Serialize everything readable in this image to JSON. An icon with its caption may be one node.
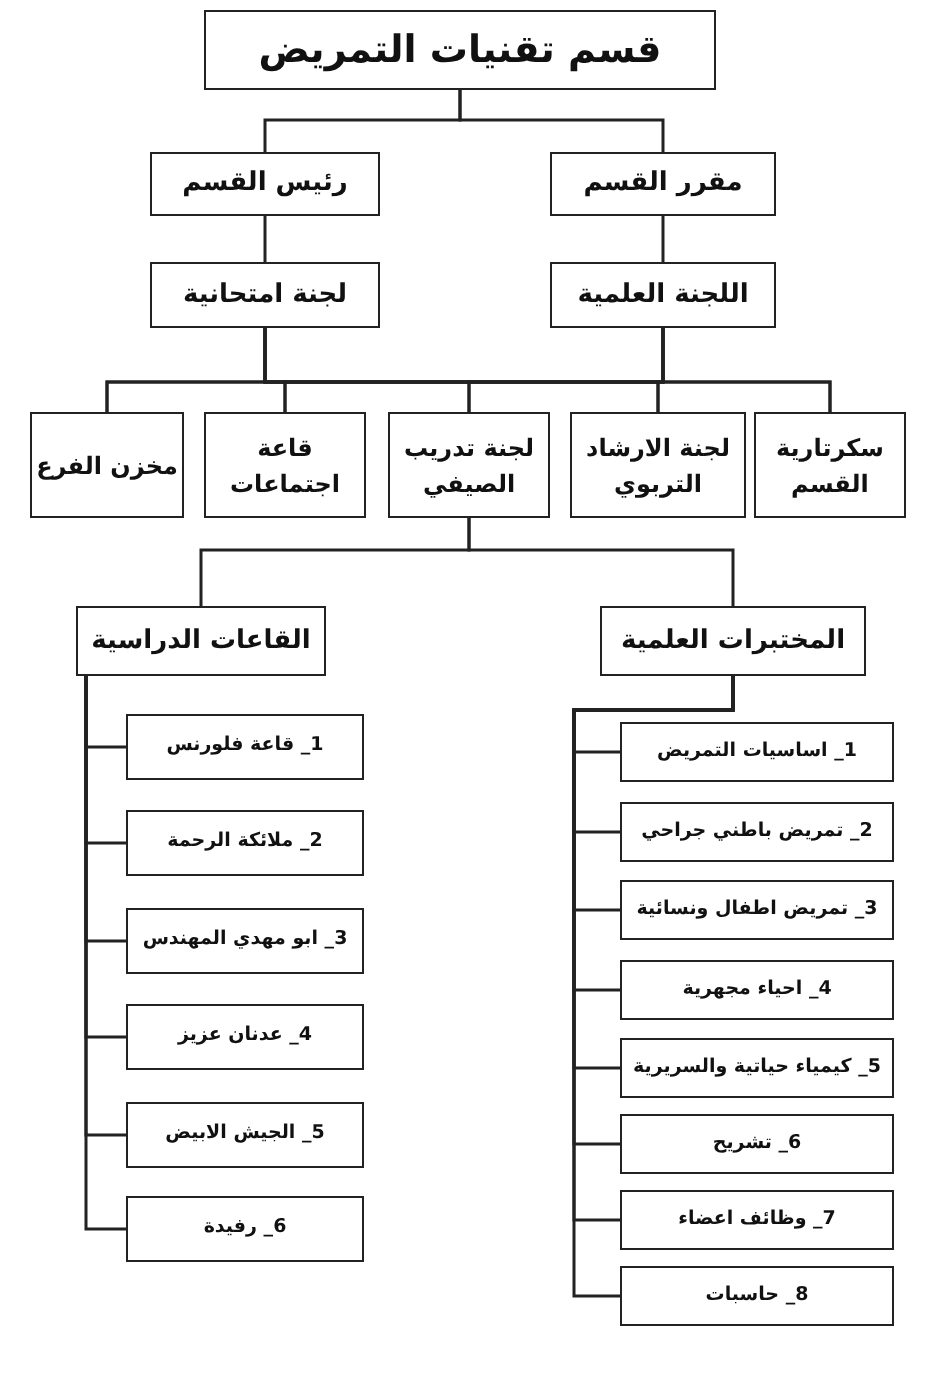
{
  "diagram": {
    "nodes": [
      {
        "text": [
          "قسم تقنيات التمريض"
        ]
      },
      {
        "text": [
          "مقرر القسم"
        ]
      },
      {
        "text": [
          "رئيس القسم"
        ]
      },
      {
        "text": [
          "اللجنة العلمية"
        ]
      },
      {
        "text": [
          "لجنة امتحانية"
        ]
      },
      {
        "text": [
          "سكرتارية القسم"
        ]
      },
      {
        "text": [
          "لجنة الارشاد التربوي"
        ]
      },
      {
        "text": [
          "لجنة تدريب الصيفي"
        ]
      },
      {
        "text": [
          "قاعة اجتماعات"
        ]
      },
      {
        "text": [
          "مخزن الفرع"
        ]
      },
      {
        "text": [
          "المختبرات العلمية"
        ]
      },
      {
        "text": [
          "1_ اساسيات التمريض"
        ]
      },
      {
        "text": [
          "2_ تمريض باطني جراحي"
        ]
      },
      {
        "text": [
          "3_ تمريض اطفال ونسائية"
        ]
      },
      {
        "text": [
          "4_ احياء مجهرية"
        ]
      },
      {
        "text": [
          "5_ كيمياء حياتية والسريرية"
        ]
      },
      {
        "text": [
          "6_ تشريح"
        ]
      },
      {
        "text": [
          "7_ وظائف اعضاء"
        ]
      },
      {
        "text": [
          "8_ حاسبات"
        ]
      },
      {
        "text": [
          "القاعات الدراسية"
        ]
      },
      {
        "text": [
          "1_ قاعة فلورنس"
        ]
      },
      {
        "text": [
          "2_ ملائكة الرحمة"
        ]
      },
      {
        "text": [
          "3_ ابو مهدي المهندس"
        ]
      },
      {
        "text": [
          "4_ عدنان عزيز"
        ]
      },
      {
        "text": [
          "5_ الجيش الابيض"
        ]
      },
      {
        "text": [
          "6_ رفيدة"
        ]
      }
    ],
    "edges": [
      {
        "from": 0,
        "to": 1,
        "arrow": "none"
      },
      {
        "from": 0,
        "to": 2,
        "arrow": "none"
      },
      {
        "from": 1,
        "to": 3,
        "arrow": "none"
      },
      {
        "from": 2,
        "to": 4,
        "arrow": "none"
      },
      {
        "from": 3,
        "to": 5,
        "arrow": "none"
      },
      {
        "from": 3,
        "to": 6,
        "arrow": "none"
      },
      {
        "from": 3,
        "to": 7,
        "arrow": "none"
      },
      {
        "from": 3,
        "to": 8,
        "arrow": "none"
      },
      {
        "from": 3,
        "to": 9,
        "arrow": "none"
      },
      {
        "from": 4,
        "to": 5,
        "arrow": "none"
      },
      {
        "from": 4,
        "to": 6,
        "arrow": "none"
      },
      {
        "from": 4,
        "to": 7,
        "arrow": "none"
      },
      {
        "from": 4,
        "to": 8,
        "arrow": "none"
      },
      {
        "from": 4,
        "to": 9,
        "arrow": "none"
      },
      {
        "from": 7,
        "to": 10,
        "arrow": "none"
      },
      {
        "from": 7,
        "to": 19,
        "arrow": "none"
      },
      {
        "from": 10,
        "to": 11,
        "arrow": "none"
      },
      {
        "from": 10,
        "to": 12,
        "arrow": "none"
      },
      {
        "from": 10,
        "to": 13,
        "arrow": "none"
      },
      {
        "from": 10,
        "to": 14,
        "arrow": "none"
      },
      {
        "from": 10,
        "to": 15,
        "arrow": "none"
      },
      {
        "from": 10,
        "to": 16,
        "arrow": "none"
      },
      {
        "from": 10,
        "to": 17,
        "arrow": "none"
      },
      {
        "from": 10,
        "to": 18,
        "arrow": "none"
      },
      {
        "from": 19,
        "to": 20,
        "arrow": "none"
      },
      {
        "from": 19,
        "to": 21,
        "arrow": "none"
      },
      {
        "from": 19,
        "to": 22,
        "arrow": "none"
      },
      {
        "from": 19,
        "to": 23,
        "arrow": "none"
      },
      {
        "from": 19,
        "to": 24,
        "arrow": "none"
      },
      {
        "from": 19,
        "to": 25,
        "arrow": "none"
      }
    ]
  }
}
